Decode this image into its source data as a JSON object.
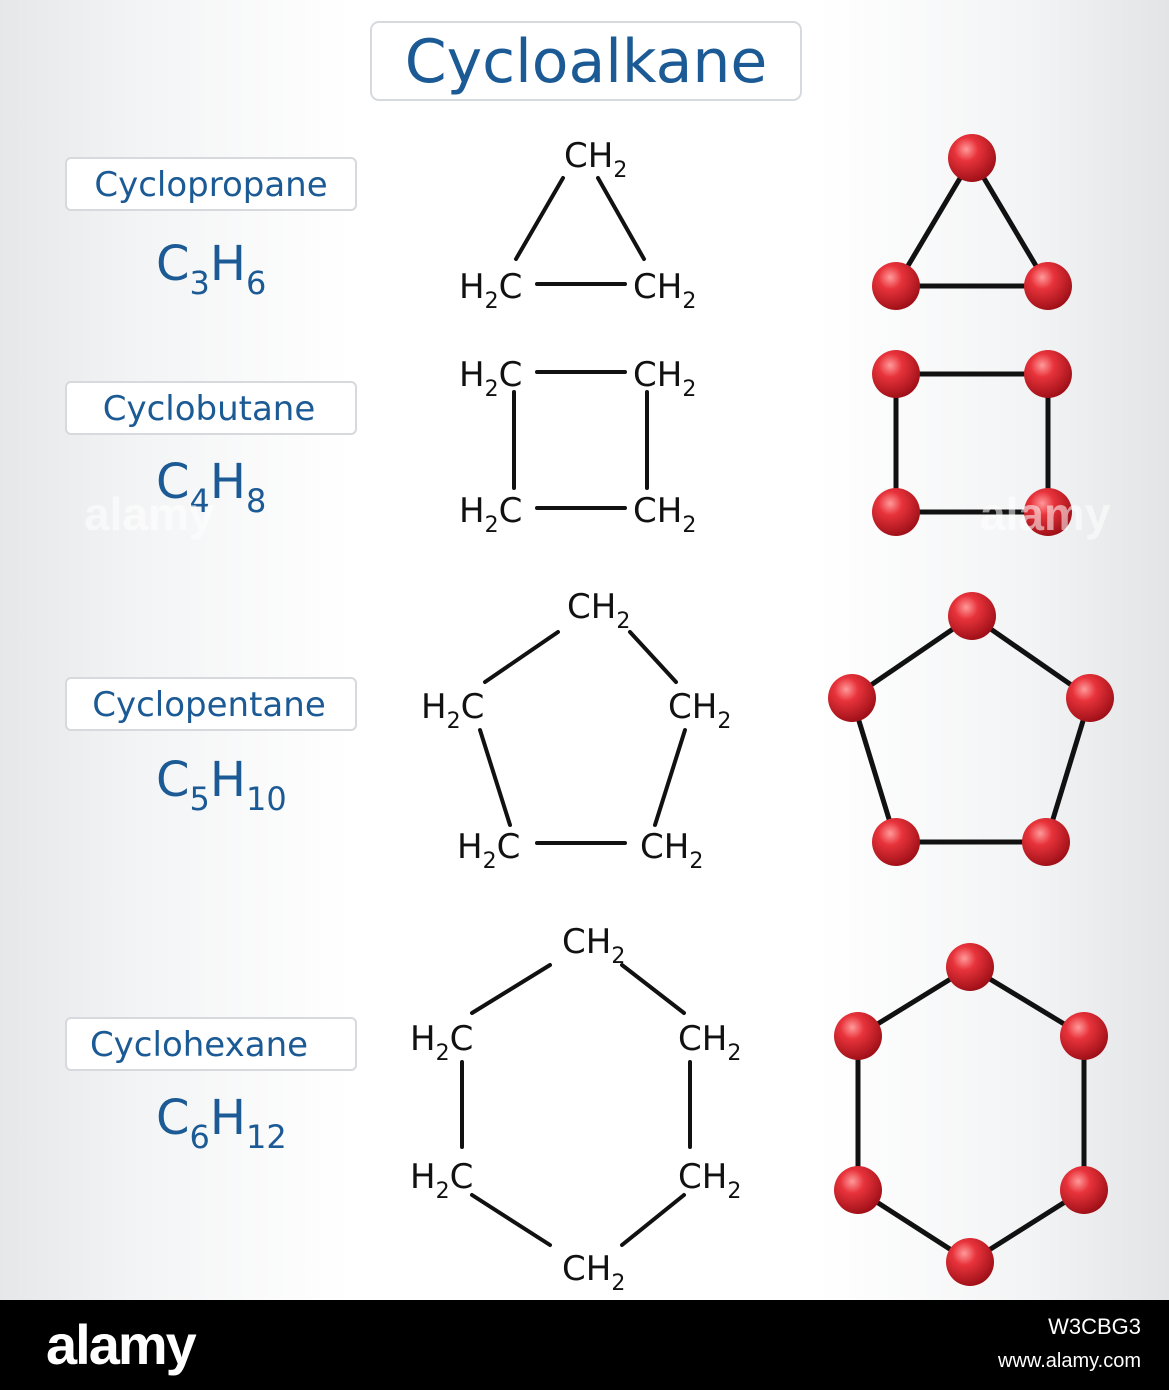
{
  "title": "Cycloalkane",
  "label_parts": {
    "carbon": "C",
    "hydrogen": "H",
    "h_count": "2"
  },
  "molecules": [
    {
      "name": "Cyclopropane",
      "formula": {
        "c": "3",
        "h": "6"
      }
    },
    {
      "name": "Cyclobutane",
      "formula": {
        "c": "4",
        "h": "8"
      }
    },
    {
      "name": "Cyclopentane",
      "formula": {
        "c": "5",
        "h": "10"
      }
    },
    {
      "name": "Cyclohexane",
      "formula": {
        "c": "6",
        "h": "12"
      }
    }
  ],
  "colors": {
    "accent": "#1b5a94",
    "atom": "#d0202a",
    "bond": "#111111"
  },
  "watermark": {
    "brand": "alamy",
    "image_id": "W3CBG3",
    "site": "www.alamy.com"
  }
}
